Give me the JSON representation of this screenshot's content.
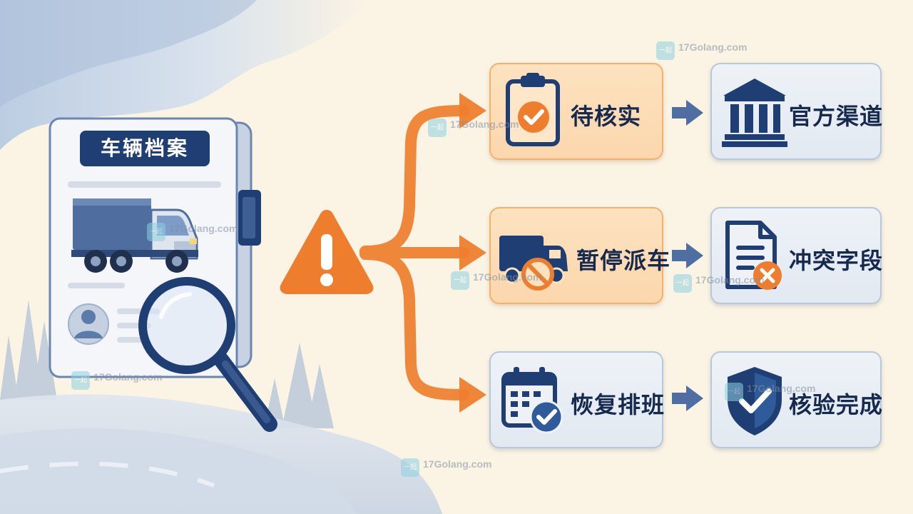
{
  "document": {
    "title": "车辆档案"
  },
  "flow": {
    "warning_icon": "warning-triangle-icon",
    "rows": [
      {
        "status": {
          "label": "待核实",
          "icon": "clipboard-check-icon",
          "style": "orange"
        },
        "result": {
          "label": "官方渠道",
          "icon": "government-building-icon",
          "style": "blue"
        }
      },
      {
        "status": {
          "label": "暂停派车",
          "icon": "truck-prohibited-icon",
          "style": "orange"
        },
        "result": {
          "label": "冲突字段",
          "icon": "document-error-icon",
          "style": "blue"
        }
      },
      {
        "status": {
          "label": "恢复排班",
          "icon": "calendar-check-icon",
          "style": "blue"
        },
        "result": {
          "label": "核验完成",
          "icon": "shield-check-icon",
          "style": "blue"
        }
      }
    ]
  },
  "watermark": {
    "text": "17Golang.com",
    "logo": "一起"
  },
  "colors": {
    "accent_orange": "#ee7e2d",
    "navy": "#1f3e74",
    "background": "#fbf4e4"
  }
}
